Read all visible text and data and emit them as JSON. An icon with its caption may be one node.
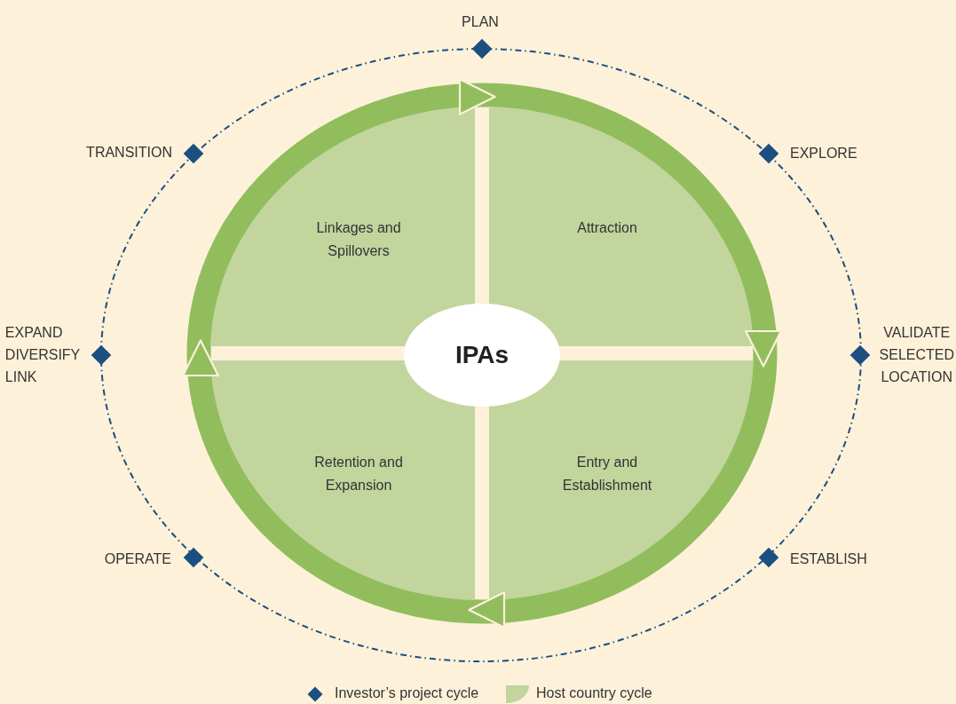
{
  "diagram": {
    "nodes": [
      {
        "text": [
          "Linkages and Spillovers"
        ]
      },
      {
        "text": [
          "Attraction"
        ]
      },
      {
        "text": [
          "IPAs"
        ]
      },
      {
        "text": [
          "Retention and Expansion"
        ]
      },
      {
        "text": [
          "Entry and Establishment"
        ]
      }
    ],
    "edges": [
      {
        "from": 0,
        "to": 1,
        "arrow": "to"
      },
      {
        "from": 1,
        "to": 4,
        "arrow": "to"
      },
      {
        "from": 4,
        "to": 3,
        "arrow": "to"
      },
      {
        "from": 3,
        "to": 0,
        "arrow": "to"
      }
    ],
    "labels": [
      "PLAN",
      "TRANSITION",
      "EXPLORE",
      "EXPAND DIVERSIFY LINK",
      "VALIDATE SELECTED LOCATION",
      "OPERATE",
      "ESTABLISH"
    ],
    "legend": [
      {
        "text": "Investor’s project cycle"
      },
      {
        "text": "Host country cycle",
        "color": "#c1d59d"
      }
    ]
  }
}
